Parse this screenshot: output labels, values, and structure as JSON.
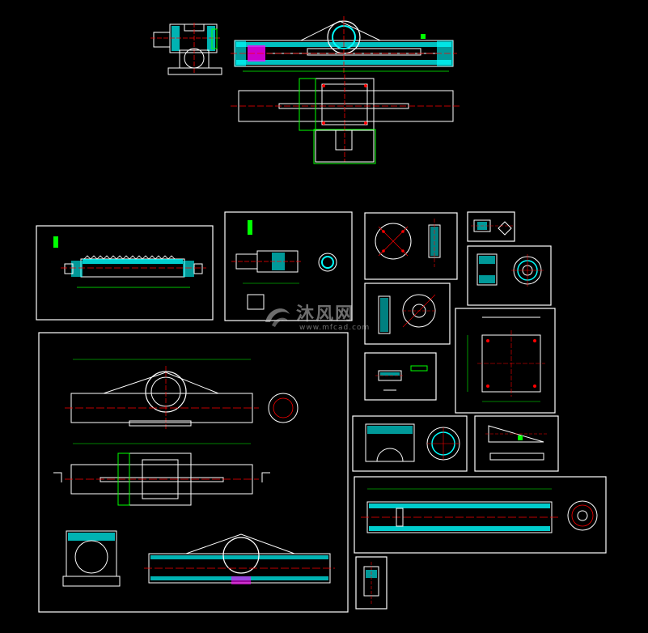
{
  "watermark": {
    "brand": "沐风网",
    "url": "www.mfcad.com"
  },
  "colors": {
    "background": "#000000",
    "frame": "#ffffff",
    "outline": "#ffffff",
    "hatch": "#00ffff",
    "dimension": "#00ff00",
    "centerline": "#ff0000",
    "highlight": "#ff00ff",
    "accent": "#ffff00"
  },
  "sheets": [
    {
      "id": "overview-assembly",
      "content": "assembly drawing with top and front views"
    },
    {
      "id": "rack-shaft",
      "content": "long rack shaft part"
    },
    {
      "id": "gear-parts",
      "content": "gear and shaft detail"
    },
    {
      "id": "flange-disk",
      "content": "circular flange with bolt holes"
    },
    {
      "id": "small-bracket",
      "content": "small bracket detail"
    },
    {
      "id": "bearing-seat",
      "content": "bearing seat with ring"
    },
    {
      "id": "hub-disk",
      "content": "hub and disk"
    },
    {
      "id": "base-plate",
      "content": "square base plate"
    },
    {
      "id": "key-block",
      "content": "small key block"
    },
    {
      "id": "housing-body",
      "content": "housing body with round section"
    },
    {
      "id": "support-rib",
      "content": "triangular support rib"
    },
    {
      "id": "main-assembly",
      "content": "large main assembly views"
    },
    {
      "id": "tube-shaft",
      "content": "long tube shaft with end gear"
    },
    {
      "id": "small-part",
      "content": "small part detail"
    }
  ]
}
